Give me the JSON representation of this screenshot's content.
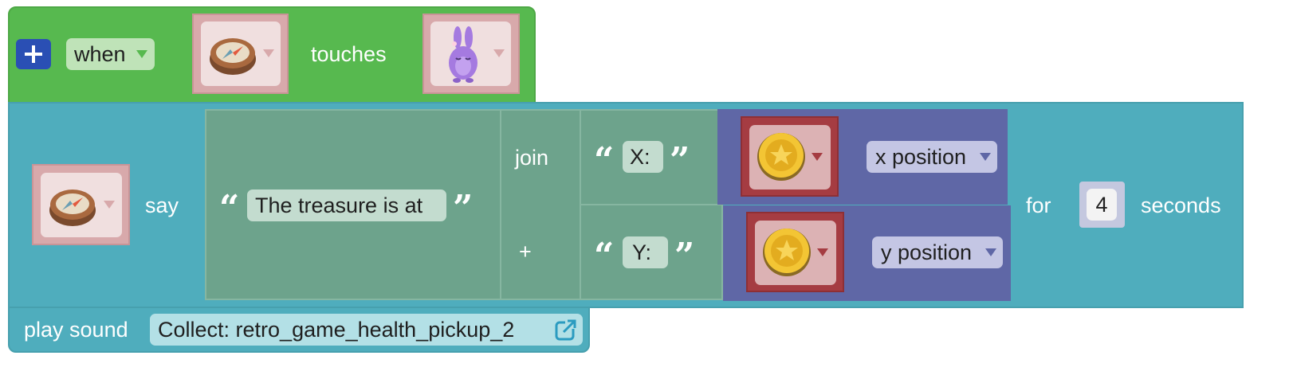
{
  "event_block": {
    "add_label": "+",
    "when_label": "when",
    "touches_label": "touches",
    "sprite1_icon": "compass-icon",
    "sprite2_icon": "purple-bunny-icon"
  },
  "say_block": {
    "say_label": "say",
    "sprite_icon": "compass-icon",
    "text_value": "The treasure is at",
    "join_label": "join",
    "plus_label": "+",
    "x_text": "X:",
    "y_text": "Y:",
    "x_property": "x position",
    "y_property": "y position",
    "coin_icon": "gold-coin-icon",
    "for_label": "for",
    "duration": "4",
    "seconds_label": "seconds"
  },
  "sound_block": {
    "play_label": "play sound",
    "sound_name": "Collect: retro_game_health_pickup_2",
    "open_icon": "external-link-icon"
  },
  "colors": {
    "event_green": "#57b94f",
    "looks_teal": "#4fadbd",
    "operator_green": "#6da38c",
    "sensing_purple": "#5f67a6",
    "sprite_pink": "#d8a9ab",
    "coin_red": "#a53c42"
  }
}
